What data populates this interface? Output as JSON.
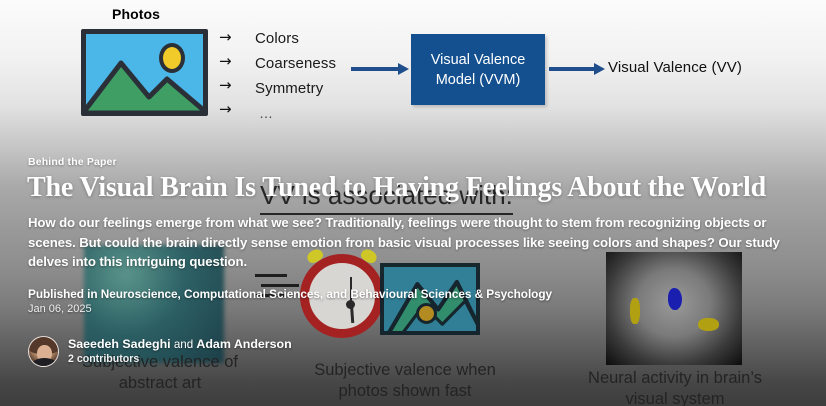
{
  "diagram": {
    "photos_label": "Photos",
    "arrow_glyph": "→",
    "features": [
      "Colors",
      "Coarseness",
      "Symmetry",
      "…"
    ],
    "model_line1": "Visual Valence",
    "model_line2": "Model (VVM)",
    "output_label": "Visual Valence (VV)",
    "colors": {
      "box_fill": "#14508f",
      "arrow": "#1f4e8c",
      "photo_sky": "#4bb6e8",
      "photo_sun": "#f0cb29",
      "photo_mountain": "#3f9e63",
      "photo_frame": "#2b2f38"
    }
  },
  "collage": {
    "overlay_heading": "VV is associated with:",
    "caption_art_line1": "Subjective valence of",
    "caption_art_line2": "abstract art",
    "caption_fast_line1": "Subjective valence when",
    "caption_fast_line2": "photos shown fast",
    "caption_brain_line1": "Neural activity in brain’s",
    "caption_brain_line2": "visual system",
    "colors": {
      "clock_ring": "#a52222",
      "clock_face": "#d8d6d2",
      "brain_blob_blue": "#1b1fb0",
      "brain_blob_yellow": "#b1a012"
    }
  },
  "card": {
    "kicker": "Behind the Paper",
    "headline": "The Visual Brain Is Tuned to Having Feelings About the World",
    "dek": "How do our feelings emerge from what we see? Traditionally, feelings were thought to stem from recognizing objects or scenes. But could the brain directly sense emotion from basic visual processes like seeing colors and shapes? Our study delves into this intriguing question.",
    "published": "Published in Neuroscience, Computational Sciences, and Behavioural Sciences & Psychology",
    "date": "Jan 06, 2025",
    "author_first": "Saeedeh Sadeghi",
    "author_connector": " and ",
    "author_second": "Adam Anderson",
    "contributors": "2 contributors"
  }
}
